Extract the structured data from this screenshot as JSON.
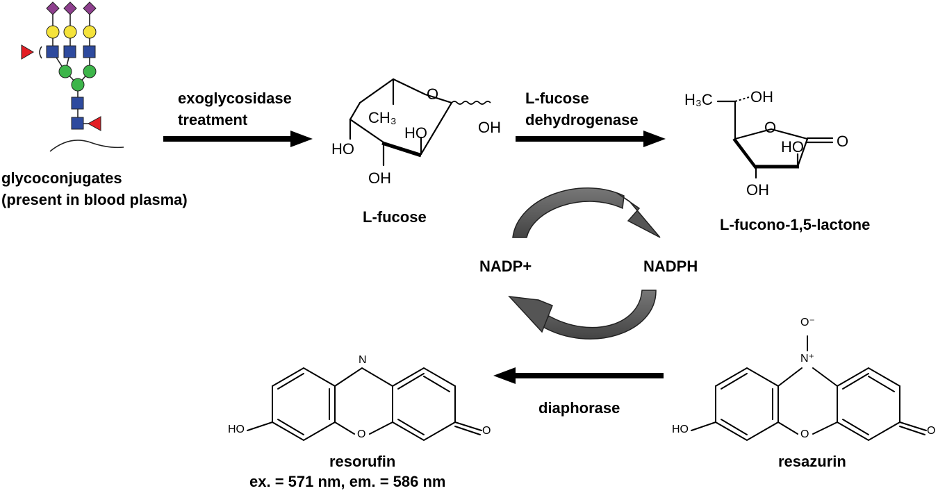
{
  "labels": {
    "glyco_line1": "glycoconjugates",
    "glyco_line2": "(present in blood plasma)",
    "exo_line1": "exoglycosidase",
    "exo_line2": "treatment",
    "lfucose": "L-fucose",
    "dh_line1": "L-fucose",
    "dh_line2": "dehydrogenase",
    "lactone": "L-fucono-1,5-lactone",
    "nadp": "NADP+",
    "nadph": "NADPH",
    "diaphorase": "diaphorase",
    "resorufin": "resorufin",
    "resorufin_spec": "ex. = 571 nm, em. = 586 nm",
    "resazurin": "resazurin"
  },
  "fucose_atoms": {
    "o_ring": "O",
    "ch3": "CH₃",
    "ho_c3": "HO",
    "oh_anomeric": "OH",
    "ho_c2": "HO",
    "oh_c4": "OH"
  },
  "lactone_atoms": {
    "h3c": "H₃C",
    "oh_side": "OH",
    "o_ring": "O",
    "ho_ring": "HO",
    "o_carbonyl": "O",
    "oh_bottom": "OH"
  },
  "resorufin_atoms": {
    "n": "N",
    "o_ring": "O",
    "ho": "HO",
    "o_keto": "O"
  },
  "resazurin_atoms": {
    "n_plus": "N⁺",
    "o_minus": "O⁻",
    "o_ring": "O",
    "ho": "HO",
    "o_keto": "O"
  },
  "colors": {
    "sialic_acid": "#8E3F8E",
    "galactose": "#F5E33B",
    "glcnac": "#2E4A9E",
    "mannose": "#3DB54A",
    "fucose": "#E31E24",
    "cycle_arrow": "#555555"
  },
  "icons": [
    "sialic-acid-diamond",
    "galactose-circle",
    "glcnac-square",
    "mannose-circle",
    "fucose-triangle"
  ]
}
